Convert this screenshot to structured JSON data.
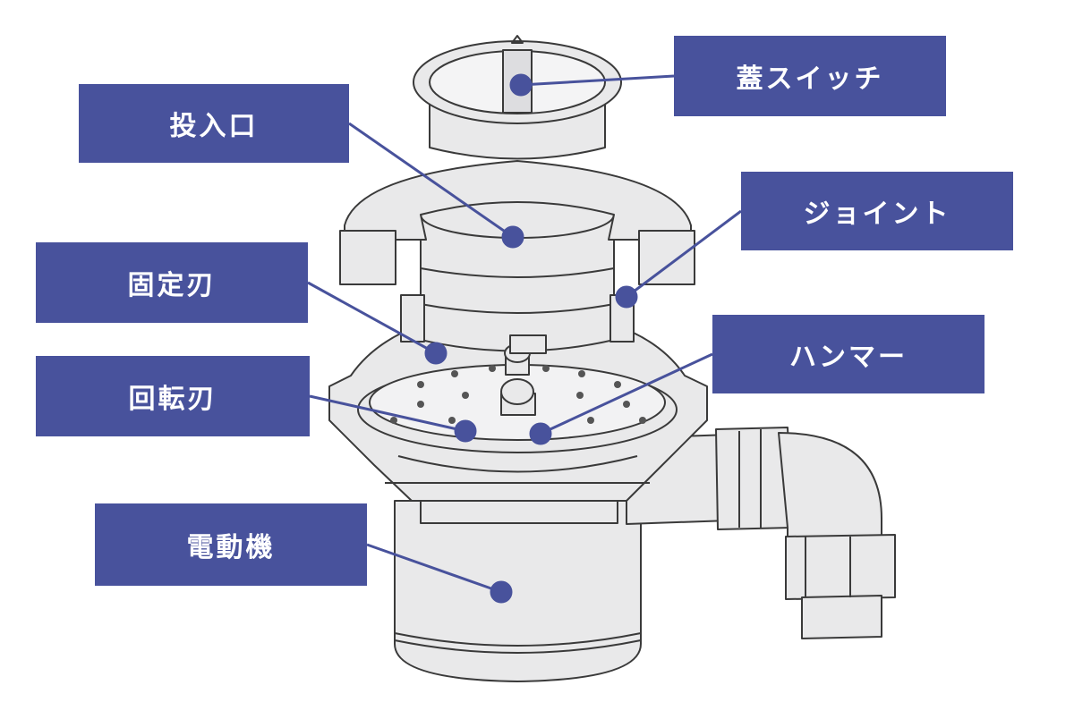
{
  "labels": {
    "lid_switch": "蓋スイッチ",
    "inlet": "投入口",
    "joint": "ジョイント",
    "fixed_blade": "固定刃",
    "hammer": "ハンマー",
    "rotary_blade": "回転刃",
    "motor": "電動機"
  },
  "colors": {
    "label_bg": "#48529c",
    "label_text": "#ffffff",
    "leader": "#48529c",
    "body_fill": "#e9e9ea",
    "body_stroke": "#3a3a3a"
  }
}
